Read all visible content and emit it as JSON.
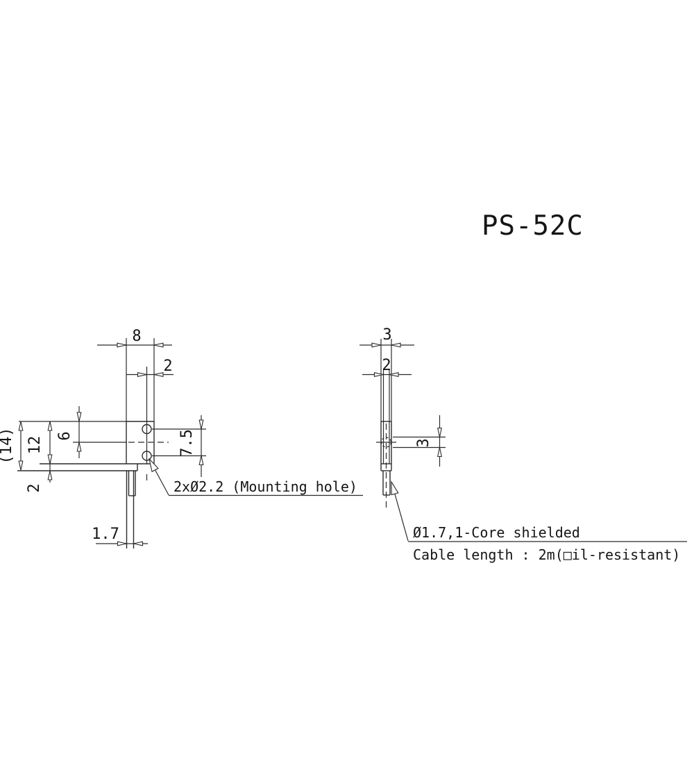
{
  "title": "PS-52C",
  "front_view": {
    "dim_width_top": "8",
    "dim_hole_to_edge": "2",
    "dim_overall_height": "(14)",
    "dim_body_height": "12",
    "dim_top_to_center": "6",
    "dim_flange_thickness": "2",
    "dim_hole_pitch": "7.5",
    "dim_cable_diameter": "1.7",
    "mounting_hole_callout": "2xØ2.2 (Mounting hole)"
  },
  "side_view": {
    "dim_depth": "3",
    "dim_front_depth": "2",
    "dim_hole_offset": "3",
    "cable_callout_line1": "Ø1.7,1-Core shielded",
    "cable_callout_line2": "Cable length : 2m(□il-resistant)"
  },
  "colors": {
    "line": "#2a2a2a",
    "text": "#151515",
    "background": "#ffffff"
  }
}
